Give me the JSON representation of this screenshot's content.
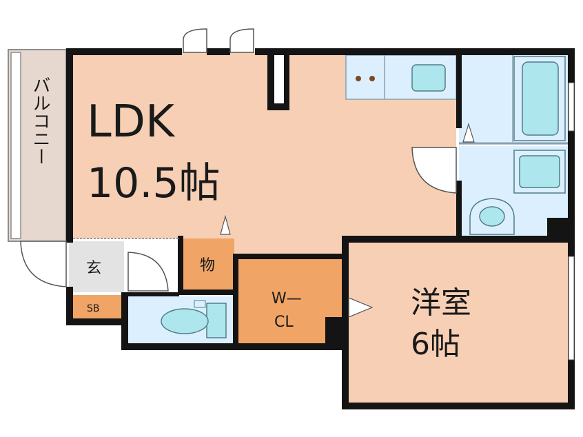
{
  "rooms": {
    "ldk": {
      "name": "LDK",
      "size": "10.5帖"
    },
    "western": {
      "name": "洋室",
      "size": "6帖"
    },
    "balcony": {
      "name": "バルコニー"
    },
    "genkan": {
      "name": "玄"
    },
    "storage": {
      "name": "物"
    },
    "wcl": {
      "name": "W—",
      "name2": "CL"
    },
    "shoebox": {
      "name": "SB"
    }
  },
  "colors": {
    "wall": "#141414",
    "room_floor": "#f6cfb5",
    "wcl_floor": "#f0a466",
    "storage_floor": "#f0a466",
    "wet_area": "#dcefff",
    "fixture": "#aee6ee",
    "balcony": "#e7d8cf",
    "genkan": "#e3e3e3"
  }
}
